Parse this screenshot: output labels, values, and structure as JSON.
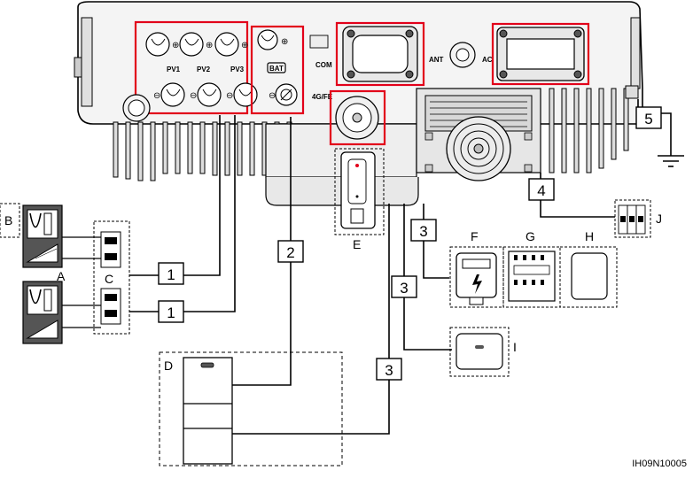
{
  "inverter": {
    "pv_labels": [
      "PV1",
      "PV2",
      "PV3"
    ],
    "bat_label": "BAT",
    "com_label": "COM",
    "fe_label": "4G/FE",
    "ant_label": "ANT",
    "ac_label": "AC",
    "plus_symbol": "⊕",
    "minus_symbol": "⊖"
  },
  "callouts": [
    {
      "label": "1"
    },
    {
      "label": "1"
    },
    {
      "label": "2"
    },
    {
      "label": "3"
    },
    {
      "label": "3"
    },
    {
      "label": "3"
    },
    {
      "label": "4"
    },
    {
      "label": "5"
    }
  ],
  "components": {
    "a": "A",
    "b": "B",
    "c": "C",
    "d": "D",
    "e": "E",
    "f": "F",
    "g": "G",
    "h": "H",
    "i": "I",
    "j": "J"
  },
  "figure_id": "IH09N10005",
  "colors": {
    "highlight": "#e2001a",
    "line": "#000000",
    "body": "#ececec"
  }
}
